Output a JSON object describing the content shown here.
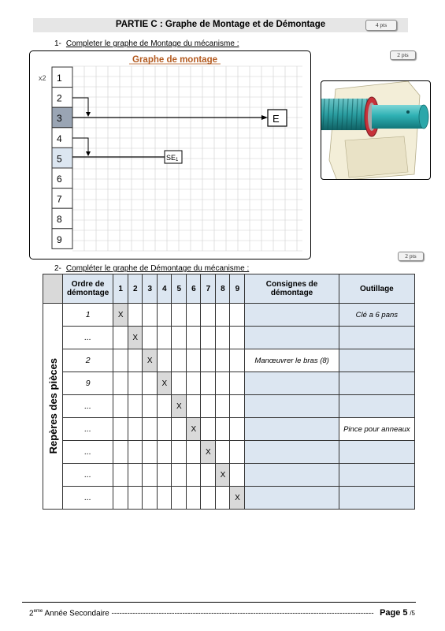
{
  "header": {
    "title": "PARTIE C : Graphe de Montage et de Démontage",
    "points": "4 pts"
  },
  "section1": {
    "number": "1-",
    "title": "Completer le graphe de Montage du mécanisme :",
    "points": "2 pts"
  },
  "montage": {
    "title": "Graphe de montage",
    "multiplier": "x2",
    "rows": [
      "1",
      "2",
      "3",
      "4",
      "5",
      "6",
      "7",
      "8",
      "9"
    ],
    "end_label": "E",
    "sub_label": "SE",
    "sub_index": "1"
  },
  "section2": {
    "number": "2-",
    "title": "Compléter le graphe de Démontage du mécanisme :",
    "points": "2 pts"
  },
  "demontage": {
    "side_label": "Repères des pièces",
    "headers": {
      "order": "Ordre de démontage",
      "consignes": "Consignes de démontage",
      "outillage": "Outillage"
    },
    "columns": [
      "1",
      "2",
      "3",
      "4",
      "5",
      "6",
      "7",
      "8",
      "9"
    ],
    "mark": "X",
    "rows": [
      {
        "order": "1",
        "consigne": "",
        "outil": "Clé a 6 pans"
      },
      {
        "order": "...",
        "consigne": "",
        "outil": ""
      },
      {
        "order": "2",
        "consigne": "Manœuvrer le bras (8)",
        "outil": ""
      },
      {
        "order": "9",
        "consigne": "",
        "outil": ""
      },
      {
        "order": "...",
        "consigne": "",
        "outil": ""
      },
      {
        "order": "...",
        "consigne": "",
        "outil": "Pince pour anneaux"
      },
      {
        "order": "...",
        "consigne": "",
        "outil": ""
      },
      {
        "order": "...",
        "consigne": "",
        "outil": ""
      },
      {
        "order": "...",
        "consigne": "",
        "outil": ""
      }
    ]
  },
  "footer": {
    "sup": "ème",
    "text": "2",
    "text2": " Année Secondaire",
    "dashes": " ----------------------------------------------------------------------------------------------------",
    "page_label": "Page 5",
    "page_total": "/5"
  }
}
